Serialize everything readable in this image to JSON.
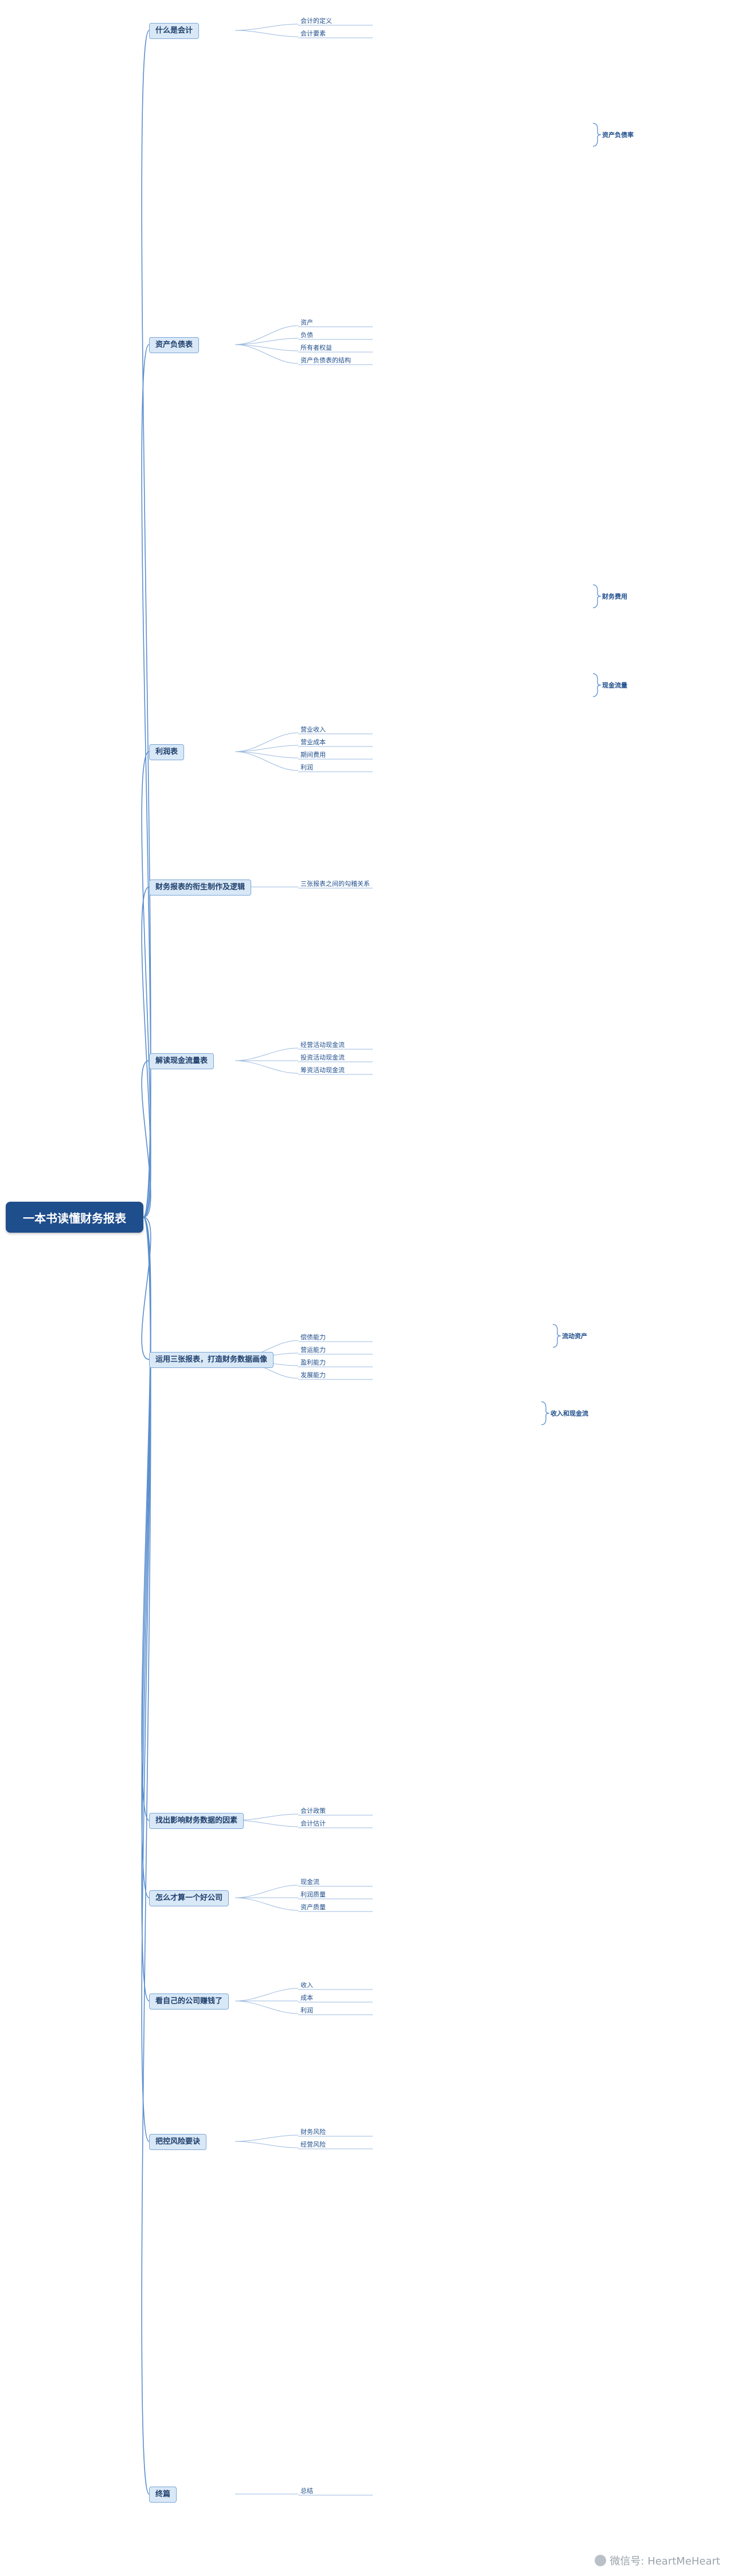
{
  "root": "一本书读懂财务报表",
  "branches": [
    "什么是会计",
    "资产负债表",
    "利润表",
    "财务报表的衔生制作及逻辑",
    "解读现金流量表",
    "运用三张报表，打造财务数据画像",
    "找出影响财务数据的因素",
    "怎么才算一个好公司",
    "看自己的公司赚钱了",
    "把控风险要诀",
    "终篇"
  ],
  "branch_subs": [
    [
      "会计的定义",
      "会计要素"
    ],
    [
      "资产",
      "负债",
      "所有者权益",
      "资产负债表的结构"
    ],
    [
      "营业收入",
      "营业成本",
      "期间费用",
      "利润"
    ],
    [
      "三张报表之间的勾稽关系"
    ],
    [
      "经营活动现金流",
      "投资活动现金流",
      "筹资活动现金流"
    ],
    [
      "偿债能力",
      "营运能力",
      "盈利能力",
      "发展能力"
    ],
    [
      "会计政策",
      "会计估计"
    ],
    [
      "现金流",
      "利润质量",
      "资产质量"
    ],
    [
      "收入",
      "成本",
      "利润"
    ],
    [
      "财务风险",
      "经营风险"
    ],
    [
      "总结"
    ]
  ],
  "notes": [
    "资产负债率",
    "财务费用",
    "现金流量",
    "流动资产",
    "收入和现金流"
  ],
  "watermark": "微信号: HeartMeHeart"
}
